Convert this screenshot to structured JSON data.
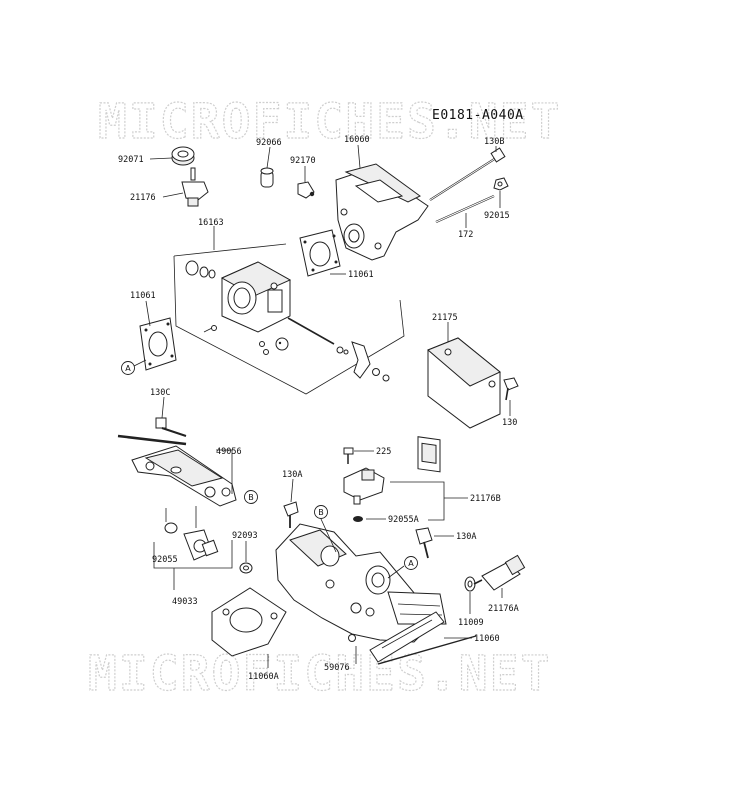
{
  "diagram_code": "E0181-A040A",
  "watermark": "MICROFICHES.NET",
  "parts": {
    "p92071": "92071",
    "p21176": "21176",
    "p92066": "92066",
    "p92170": "92170",
    "p16060": "16060",
    "p130B": "130B",
    "p92015": "92015",
    "p172": "172",
    "p16163": "16163",
    "p11061_right": "11061",
    "p11061_left": "11061",
    "p21175": "21175",
    "p130": "130",
    "p130C": "130C",
    "p49056": "49056",
    "p225": "225",
    "p130A_top": "130A",
    "p21176B": "21176B",
    "p92055A": "92055A",
    "p92093": "92093",
    "p130A_right": "130A",
    "p92055": "92055",
    "p21176A": "21176A",
    "p49033": "49033",
    "p11009": "11009",
    "p11060": "11060",
    "p11060A": "11060A",
    "p59076": "59076"
  },
  "callouts": {
    "a_left": "A",
    "a_right": "A",
    "b_left": "B",
    "b_right": "B"
  }
}
